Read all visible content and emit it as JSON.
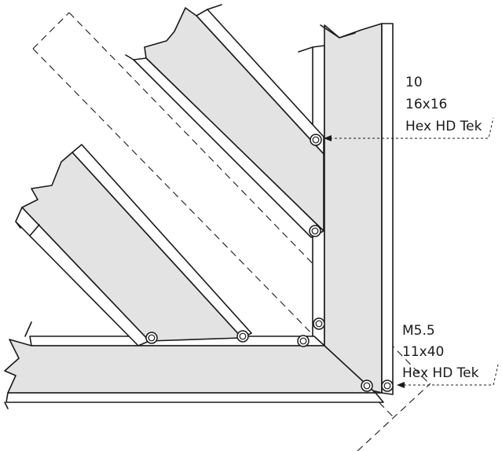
{
  "diagram": {
    "labels": {
      "upper_line1": "10",
      "upper_line2": "16x16",
      "upper_line3": "Hex HD Tek",
      "lower_line1": "M5.5",
      "lower_line2": "11x40",
      "lower_line3": "Hex HD Tek"
    },
    "colors": {
      "member_fill": "#e3e3e3",
      "line": "#1a1a1a",
      "background": "#ffffff"
    }
  }
}
